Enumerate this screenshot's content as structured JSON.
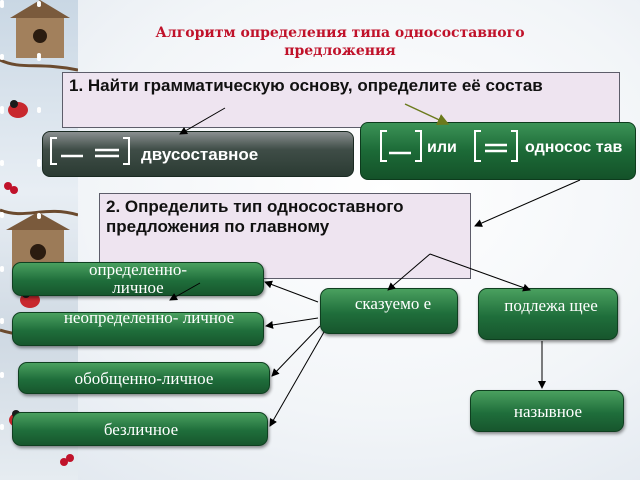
{
  "title": {
    "line1": "Алгоритм определения типа односоставного",
    "line2": "предложения"
  },
  "step1": {
    "text": "1. Найти грамматическую основу, определите её состав"
  },
  "step2": {
    "text": "2. Определить тип односоставного предложения по главному"
  },
  "composition": {
    "two_part": "двусоставное",
    "or": "или",
    "one_part": "односос тав"
  },
  "types_by_predicate": [
    "определенно- личное",
    "неопределенно- личное",
    "обобщенно-личное",
    "безличное"
  ],
  "main_members": {
    "predicate": "сказуемо е",
    "subject": "подлежа щее"
  },
  "subject_type": "назывное",
  "colors": {
    "title": "#c0122a",
    "box_fill": "#eee4f0",
    "pill_green": "#1f6e3b",
    "arrow_olive": "#6b7a1c"
  }
}
